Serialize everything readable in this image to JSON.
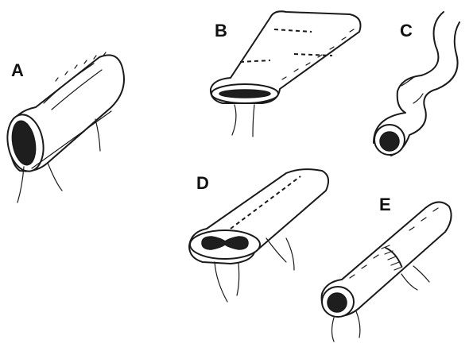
{
  "panels": [
    {
      "label": "A"
    },
    {
      "label": "B"
    },
    {
      "label": "C"
    },
    {
      "label": "D"
    },
    {
      "label": "E"
    }
  ],
  "colors": {
    "ink": "#1a1a1a",
    "lumen": "#1e1e1e",
    "background": "#ffffff"
  }
}
